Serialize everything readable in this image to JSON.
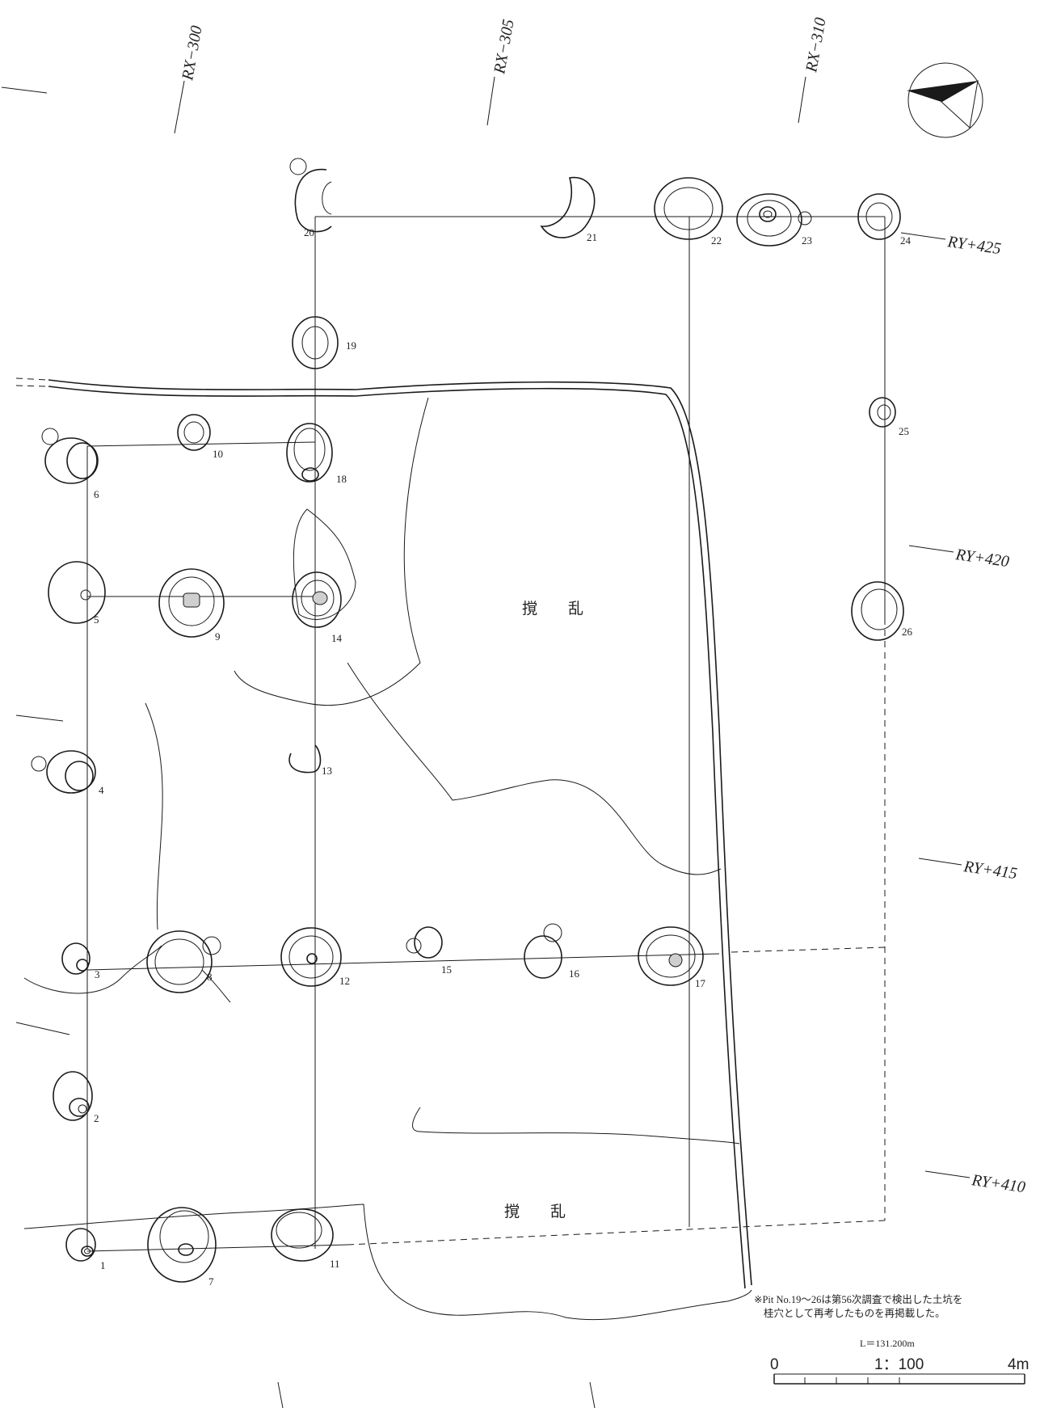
{
  "grid_labels": {
    "rx300": "RX−300",
    "rx305": "RX−305",
    "rx310": "RX−310",
    "ry425": "RY+425",
    "ry420": "RY+420",
    "ry415": "RY+415",
    "ry410": "RY+410"
  },
  "pits": {
    "p1": "1",
    "p2": "2",
    "p3": "3",
    "p4": "4",
    "p5": "5",
    "p6": "6",
    "p7": "7",
    "p8": "8",
    "p9": "9",
    "p10": "10",
    "p11": "11",
    "p12": "12",
    "p13": "13",
    "p14": "14",
    "p15": "15",
    "p16": "16",
    "p17": "17",
    "p18": "18",
    "p19": "19",
    "p20": "20",
    "p21": "21",
    "p22": "22",
    "p23": "23",
    "p24": "24",
    "p25": "25",
    "p26": "26"
  },
  "disturbance_label_1": "撹　　乱",
  "disturbance_label_2": "撹　　乱",
  "note": {
    "line1": "※Pit No.19〜26は第56次調査で検出した土坑を",
    "line2": "桂穴として再考したものを再掲載した。"
  },
  "scale": {
    "level": "L＝131.200m",
    "ratio": "1：100",
    "start": "0",
    "end": "4m"
  }
}
